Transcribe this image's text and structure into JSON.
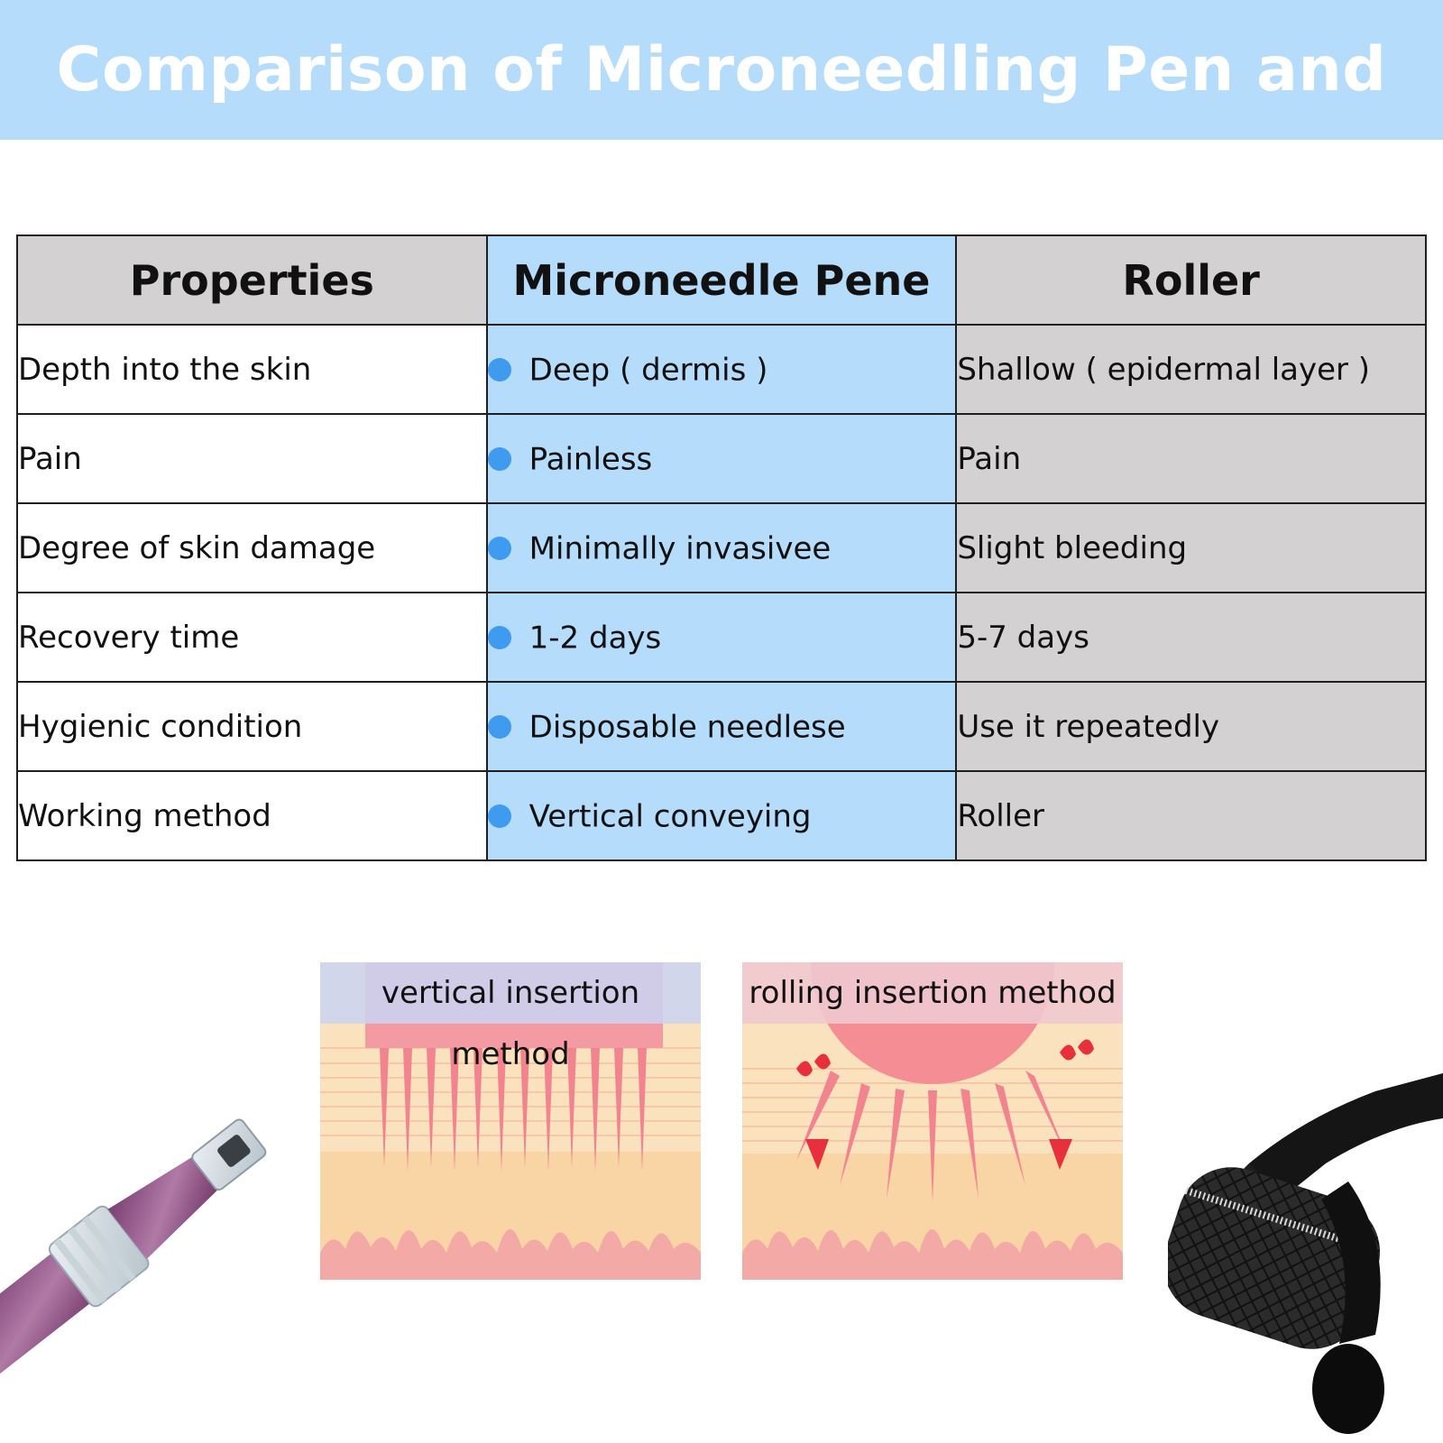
{
  "title": "Comparison of Microneedling Pen and Roller",
  "colors": {
    "banner": "#b6dcfb",
    "pen_column": "#b6dcfb",
    "gray_column": "#d4d1d2",
    "bullet": "#3f9bf0"
  },
  "table": {
    "headers": [
      "Properties",
      "Microneedle Pene",
      "Roller"
    ],
    "rows": [
      {
        "property": "Depth into the skin",
        "pen": "Deep ( dermis )",
        "roller": "Shallow ( epidermal layer )"
      },
      {
        "property": "Pain",
        "pen": "Painless",
        "roller": "Pain"
      },
      {
        "property": "Degree of skin damage",
        "pen": "Minimally invasivee",
        "roller": "Slight bleeding"
      },
      {
        "property": "Recovery time",
        "pen": "1-2 days",
        "roller": "5-7 days"
      },
      {
        "property": "Hygienic condition",
        "pen": "Disposable needlese",
        "roller": "Use it repeatedly"
      },
      {
        "property": "Working method",
        "pen": "Vertical conveying",
        "roller": "Roller"
      }
    ]
  },
  "illustrations": {
    "vertical": {
      "label": "vertical insertion method"
    },
    "rolling": {
      "label": "rolling insertion method"
    }
  }
}
